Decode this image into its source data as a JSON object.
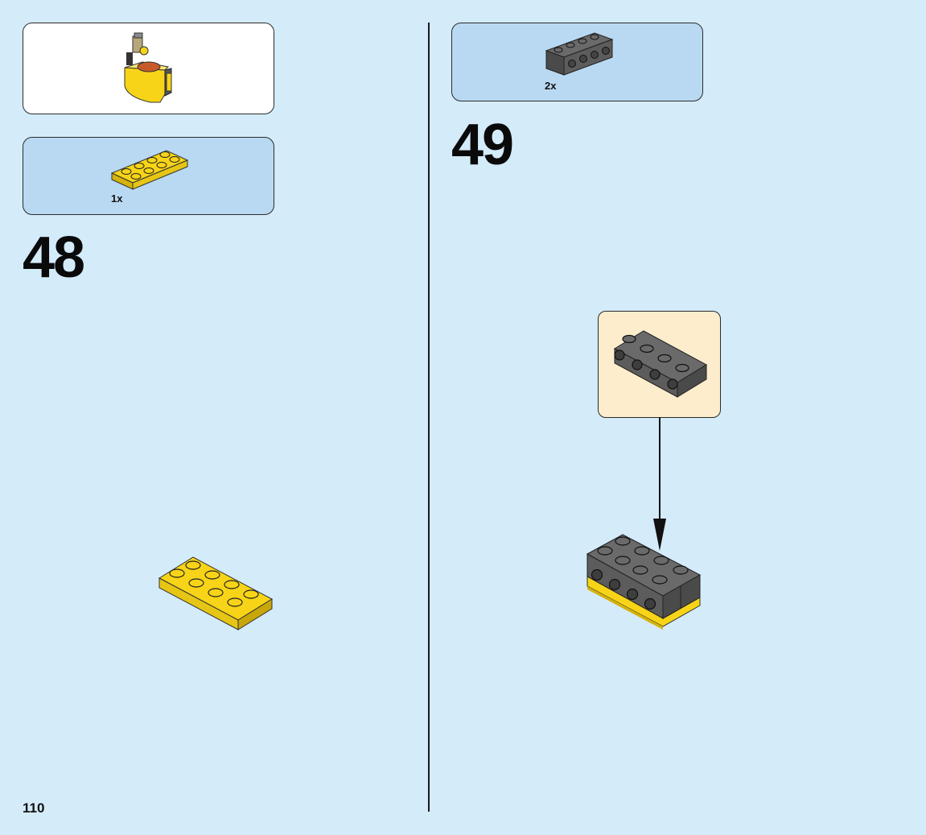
{
  "page": {
    "number": "110"
  },
  "steps": [
    {
      "number": "48",
      "parts": [
        {
          "quantity": "1x",
          "part": "yellow-2x4-plate"
        }
      ]
    },
    {
      "number": "49",
      "parts": [
        {
          "quantity": "2x",
          "part": "dark-gray-1x4-brick-with-side-studs"
        }
      ]
    }
  ],
  "colors": {
    "background": "#d4ebfa",
    "parts_box": "#b9d9f2",
    "callout": "#fdedcd",
    "yellow": "#f7d417",
    "dark_gray": "#5c5c5c"
  }
}
